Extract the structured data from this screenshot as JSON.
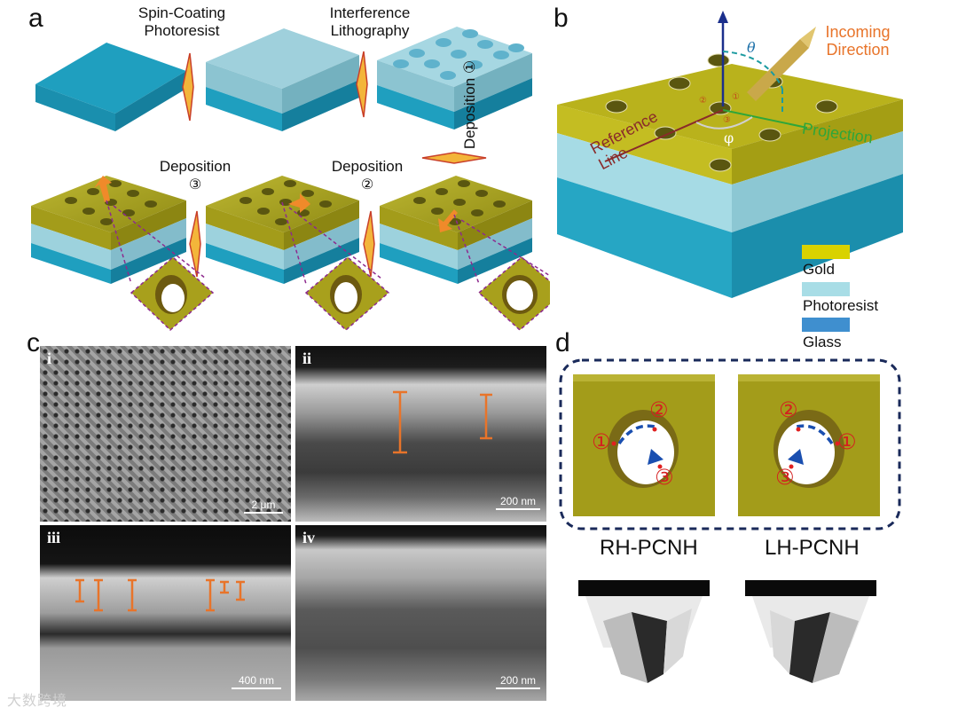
{
  "panels": {
    "a": "a",
    "b": "b",
    "c": "c",
    "d": "d"
  },
  "panel_a": {
    "step_spin": [
      "Spin-Coating",
      "Photoresist"
    ],
    "step_interference": [
      "Interference",
      "Lithography"
    ],
    "step_dep1": "Deposition",
    "step_dep1_num": "①",
    "step_dep2": "Deposition",
    "step_dep2_num": "②",
    "step_dep3": "Deposition",
    "step_dep3_num": "③"
  },
  "panel_b": {
    "incoming": [
      "Incoming",
      "Direction"
    ],
    "theta": "θ",
    "phi": "φ",
    "projection": "Projection",
    "reference": [
      "Reference",
      "Line"
    ],
    "legend": [
      {
        "label": "Gold",
        "color": "#d9d200"
      },
      {
        "label": "Photoresist",
        "color": "#a8dde6"
      },
      {
        "label": "Glass",
        "color": "#3f8fcf"
      }
    ]
  },
  "panel_c": {
    "images": [
      {
        "label": "i",
        "scale": "2 μm"
      },
      {
        "label": "ii",
        "scale": "200 nm"
      },
      {
        "label": "iii",
        "scale": "400 nm"
      },
      {
        "label": "iv",
        "scale": "200 nm"
      }
    ]
  },
  "panel_d": {
    "rh_title": "RH-PCNH",
    "lh_title": "LH-PCNH",
    "marks": [
      "①",
      "②",
      "③"
    ]
  },
  "watermark": "大数跨境",
  "colors": {
    "gold": "#b3a918",
    "resist": "#a8dde6",
    "glass": "#27a8c4",
    "orange": "#e8742a"
  }
}
